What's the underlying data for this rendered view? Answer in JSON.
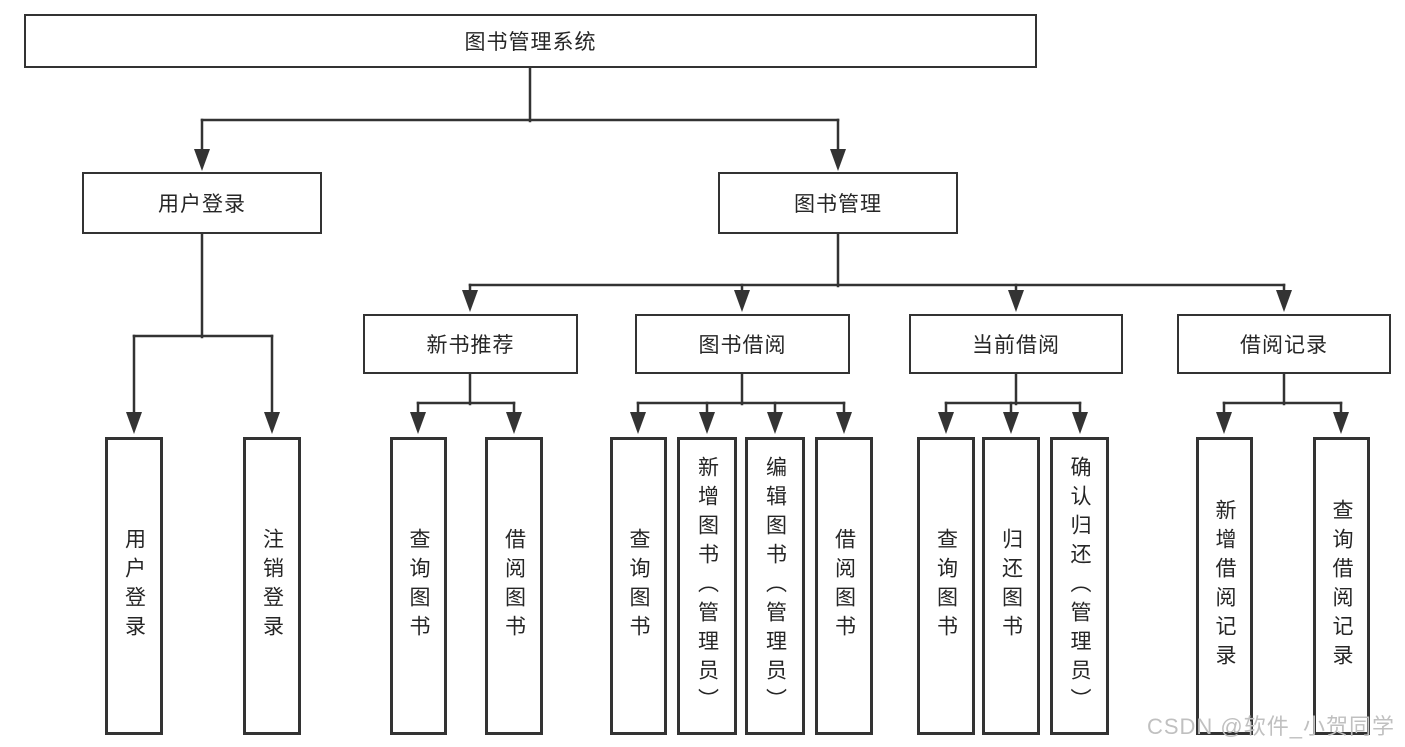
{
  "diagram": {
    "root": {
      "label": "图书管理系统"
    },
    "branches": [
      {
        "label": "用户登录",
        "children": [
          {
            "label": "用户登录"
          },
          {
            "label": "注销登录"
          }
        ]
      },
      {
        "label": "图书管理",
        "children": [
          {
            "label": "新书推荐",
            "children": [
              {
                "label": "查询图书"
              },
              {
                "label": "借阅图书"
              }
            ]
          },
          {
            "label": "图书借阅",
            "children": [
              {
                "label": "查询图书"
              },
              {
                "label": "新增图书（管理员）"
              },
              {
                "label": "编辑图书（管理员）"
              },
              {
                "label": "借阅图书"
              }
            ]
          },
          {
            "label": "当前借阅",
            "children": [
              {
                "label": "查询图书"
              },
              {
                "label": "归还图书"
              },
              {
                "label": "确认归还（管理员）"
              }
            ]
          },
          {
            "label": "借阅记录",
            "children": [
              {
                "label": "新增借阅记录"
              },
              {
                "label": "查询借阅记录"
              }
            ]
          }
        ]
      }
    ]
  },
  "watermark": {
    "text": "CSDN @软件_小贺同学"
  },
  "colors": {
    "line": "#333333",
    "text": "#262626",
    "background": "#ffffff",
    "watermark": "#c0c0c0"
  }
}
